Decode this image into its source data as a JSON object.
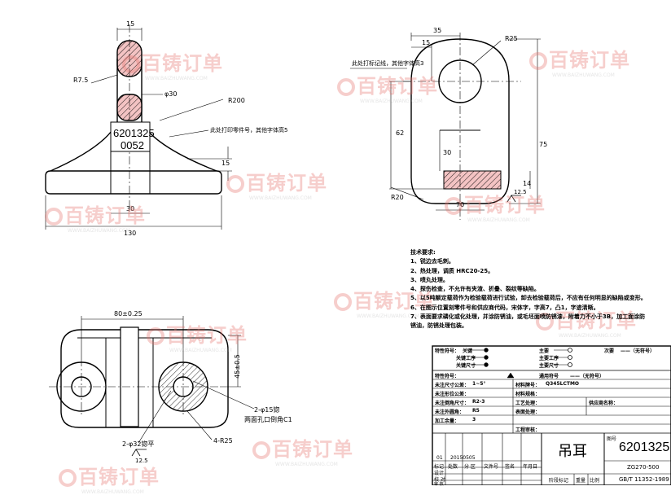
{
  "watermark": {
    "brand": "百铸订单",
    "url": "WWW.BAIZHUWANG.COM"
  },
  "views": {
    "front": {
      "dims": [
        "15",
        "R7.5",
        "φ30",
        "R200",
        "15",
        "30",
        "130"
      ],
      "labels": [
        "6201325",
        "0052"
      ],
      "note": "此处打印零件号，其他字体高5"
    },
    "side": {
      "dims": [
        "35",
        "15",
        "R25",
        "62",
        "75",
        "30",
        "R20",
        "14",
        "70"
      ],
      "note": "此处打标记线，其他字体高3",
      "roughness": "12.5"
    },
    "top": {
      "dims": [
        "80±0.25",
        "45±0.5",
        "2-φ15锪",
        "两面孔口倒角C1",
        "2-φ32锪平",
        "4-R25"
      ],
      "roughness": "12.5"
    }
  },
  "tech_requirements": {
    "title": "技术要求:",
    "items": [
      "1、锐边去毛刺。",
      "2、热处理，调质 HRC20-25。",
      "3、喷丸处理。",
      "4、探伤检查，不允许有夹渣、折叠、裂纹等缺陷。",
      "5、以5吨额定载荷作为检验载荷进行试验，卸去检验载荷后，不应有任何明显的缺陷或变形。",
      "6、在图示位置刻零件号和供应商代码，宋体字，字高7，凸1，字迹清晰。",
      "7、表面要求磷化或化处理，并涂防锈油，或毛坯面喷防锈漆，附着力不小于3B，加工面涂防",
      "   锈油，防锈处理包装。"
    ]
  },
  "title_block": {
    "symbols_left": [
      "特性符号：",
      "关键",
      "关键工序",
      "关键尺寸",
      "特性符号："
    ],
    "symbols_mid": [
      "主要",
      "主要工序",
      "主要尺寸"
    ],
    "symbols_right": [
      "次要",
      "——（无符号）"
    ],
    "general": "通用符号",
    "general_val": "——（无符号）",
    "rows": [
      [
        "未注尺寸公差：",
        "1~5°",
        "材料牌号：",
        "Q345LCTMO"
      ],
      [
        "未注形位公差：",
        "",
        "材料规格：",
        ""
      ],
      [
        "未注倒角尺寸：",
        "R2-3",
        "工艺处理：",
        "",
        "供应商名称：",
        ""
      ],
      [
        "未注外圆角：",
        "R5",
        "表面处理：",
        ""
      ],
      [
        "加工余量：",
        "3",
        "",
        ""
      ],
      [
        "",
        "",
        "工程审核：",
        ""
      ]
    ],
    "part_name": "吊耳",
    "drawing_no_label": "图号",
    "drawing_no": "6201325",
    "series": "ZG270-500",
    "standard": "GB/T 11352-1989",
    "revision": [
      "01",
      "20150505"
    ],
    "sign_headers": [
      "标记",
      "处数",
      "分 区",
      "文件号",
      "签名",
      "年月日"
    ],
    "sign_rows": [
      "设计",
      "校 对",
      "审 核"
    ],
    "stage_label": "阶段标记",
    "weight_label": "重量",
    "scale_label": "比例"
  }
}
